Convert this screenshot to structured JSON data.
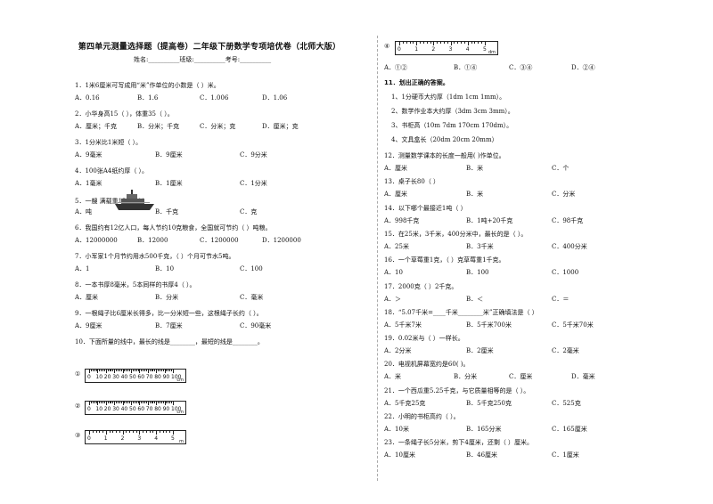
{
  "title": "第四单元测量选择题（提高卷）二年级下册数学专项培优卷（北师大版）",
  "student_info": "姓名:__________班级:__________考号:__________",
  "left_column": [
    {
      "q": "1．1米6厘米可写成用“米”作单位的小数是（    ）米。",
      "opts": [
        "A．0.16",
        "B．1.6",
        "C．1.006",
        "D．1.06"
      ]
    },
    {
      "q": "2．小华身高15（    ），体重35（    ）。",
      "opts": [
        "A．厘米；千克",
        "B．分米；千克",
        "C．分米；克",
        "D．厘米；克"
      ]
    },
    {
      "q": "3．1分米比1米短（    ）。",
      "opts": [
        "A．9毫米",
        "B．9厘米",
        "C．9分米"
      ]
    },
    {
      "q": "4．100张A4纸约厚（    ）。",
      "opts": [
        "A．1毫米",
        "B．1厘米",
        "C．1分米"
      ]
    },
    {
      "q": "5．一艘                          满载重1200（    ）",
      "opts": [
        "A．吨",
        "B．千克",
        "C．克"
      ]
    },
    {
      "q": "6．我国约有12亿人口，每人节约10克粮食，全国就可节约（    ）吨粮。",
      "opts": [
        "A．12000000",
        "B．12000",
        "C．1200000",
        "D．1200000"
      ]
    },
    {
      "q": "7．小军家1个月节约用水500千克，（    ）个月可节水5吨。",
      "opts": [
        "A．1",
        "B．10",
        "C．100"
      ]
    },
    {
      "q": "8．一本书厚8毫米，5本同样的书厚4（    ）。",
      "opts": [
        "A．厘米",
        "B．分米",
        "C．毫米"
      ]
    },
    {
      "q": "9．一根绳子比6厘米长得多，比一分米短一些，这根绳子长约（    ）。",
      "opts": [
        "A．9厘米",
        "B．7厘米",
        "C．90毫米"
      ]
    },
    {
      "q": "10．下面所量的线中，最长的线是________，最短的线是________。",
      "opts": []
    }
  ],
  "rulers_left": [
    {
      "mark": "①",
      "labels": [
        "0",
        "10",
        "20",
        "30",
        "40",
        "50",
        "60",
        "70",
        "80",
        "90",
        "100"
      ],
      "unit": "cm"
    },
    {
      "mark": "②",
      "labels": [
        "0",
        "10",
        "20",
        "30",
        "40",
        "50",
        "60",
        "70",
        "80",
        "90",
        "100"
      ],
      "unit": "cm"
    },
    {
      "mark": "③",
      "labels": [
        "0",
        "1",
        "2",
        "3",
        "4",
        "5"
      ],
      "unit": "m"
    }
  ],
  "ruler_right": {
    "mark": "④",
    "labels": [
      "0",
      "1",
      "2",
      "3",
      "4",
      "5"
    ],
    "unit": "dm"
  },
  "q10_opts": [
    "A．①②",
    "B．①④",
    "C．③④",
    "D．②④"
  ],
  "q11": {
    "q": "11．划出正确的答案。",
    "items": [
      "1、1分硬币大约厚（1dm    1cm    1mm）。",
      "2、数学作业本大约厚（3dm   3cm    3mm）。",
      "3、书柜高（10m    7dm    170cm    170dm）。",
      "4、文具盒长（20dm    20cm    20mm）"
    ]
  },
  "right_column": [
    {
      "q": "12．测量数学课本的长度一般用(    )作单位。",
      "opts": [
        "A．厘米",
        "B．米",
        "C．个"
      ]
    },
    {
      "q": "13．桌子长80（    ）",
      "opts": [
        "A．厘米",
        "B．米",
        "C．分米"
      ]
    },
    {
      "q": "14．以下哪个最接近1吨（    ）",
      "opts": [
        "A．998千克",
        "B．1吨+20千克",
        "C．98千克"
      ]
    },
    {
      "q": "15．在25米，3千米，400分米中，最长的是（    ）。",
      "opts": [
        "A．25米",
        "B．3千米",
        "C．400分米"
      ]
    },
    {
      "q": "16．一个草莓重1克，（    ）克草莓重1千克。",
      "opts": [
        "A．10",
        "B．100",
        "C．1000"
      ]
    },
    {
      "q": "17．2000克（    ）2千克。",
      "opts": [
        "A．＞",
        "B．＜",
        "C．＝"
      ]
    },
    {
      "q": "18．“5.07千米=____千米________米”正确填法是（    ）",
      "opts": [
        "A．5千米7米",
        "B．5千米700米",
        "C．5千米70米"
      ]
    },
    {
      "q": "19．0.02米与（    ）一样长。",
      "opts": [
        "A．2分米",
        "B．2厘米",
        "C．2毫米"
      ]
    },
    {
      "q": "20．电视机屏幕宽约是60(    )。",
      "opts": [
        "A．米",
        "B．分米",
        "C．厘米",
        "D．毫米"
      ]
    },
    {
      "q": "21．一个西瓜重5.25千克，与它质量相等的是（    ）。",
      "opts": [
        "A．5千克25克",
        "B．5千克250克",
        "C．525克"
      ]
    },
    {
      "q": "22．小明的书柜高约（    ）。",
      "opts": [
        "A．10米",
        "B．165分米",
        "C．165厘米"
      ]
    },
    {
      "q": "23．一条绳子长5分米，剪下4厘米，还剩（    ）厘米。",
      "opts": [
        "A．10厘米",
        "B．46厘米",
        "C．1厘米"
      ]
    }
  ]
}
